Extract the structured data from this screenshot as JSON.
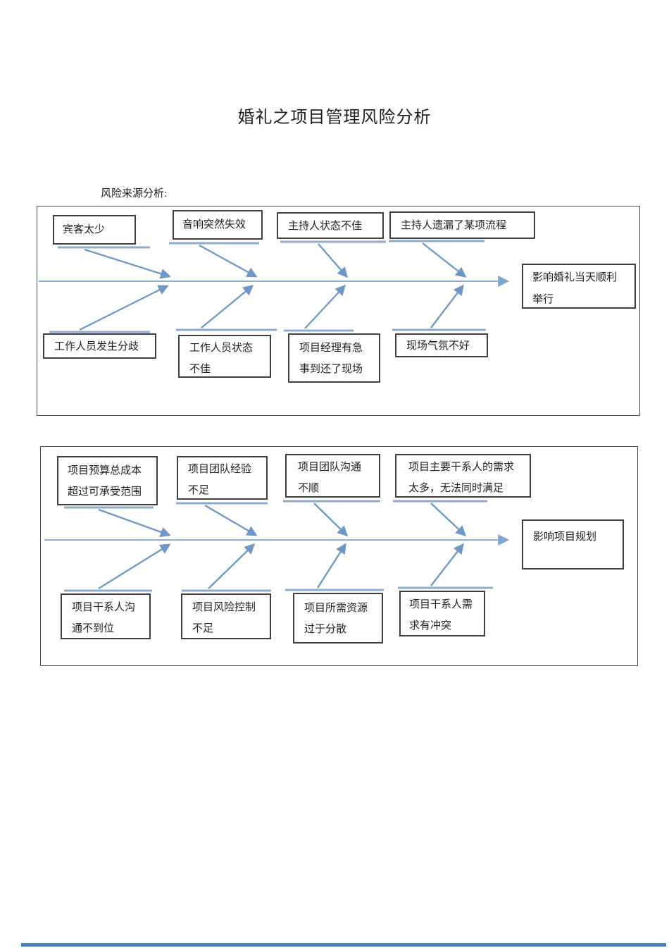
{
  "title": "婚礼之项目管理风险分析",
  "section_label": "风险来源分析:",
  "colors": {
    "arrow_blue": "#6e97c5",
    "edge_line_blue": "#8caccb",
    "spine_blue": "#8db0d1",
    "footer_bar_blue": "#4e7fba",
    "box_border": "#3f3f3f"
  },
  "diagrams": [
    {
      "name": "婚礼当天风险鱼骨图",
      "effect": {
        "text": "影响婚礼当天顺利举行",
        "lines": [
          "影响婚礼当天顺利",
          "举行"
        ]
      },
      "top_causes": [
        {
          "text": "宾客太少",
          "lines": [
            "宾客太少"
          ]
        },
        {
          "text": "音响突然失效",
          "lines": [
            "音响突然失效"
          ]
        },
        {
          "text": "主持人状态不佳",
          "lines": [
            "主持人状态不佳"
          ]
        },
        {
          "text": "主持人遗漏了某项流程",
          "lines": [
            "主持人遗漏了某项流程"
          ]
        }
      ],
      "bottom_causes": [
        {
          "text": "工作人员发生分歧",
          "lines": [
            "工作人员发生分歧"
          ]
        },
        {
          "text": "工作人员状态不佳",
          "lines": [
            "工作人员状态",
            "不佳"
          ]
        },
        {
          "text": "项目经理有急事到还了现场",
          "lines": [
            "项目经理有急",
            "事到还了现场"
          ]
        },
        {
          "text": "现场气氛不好",
          "lines": [
            "现场气氛不好"
          ]
        }
      ]
    },
    {
      "name": "项目规划风险鱼骨图",
      "effect": {
        "text": "影响项目规划",
        "lines": [
          "影响项目规划"
        ]
      },
      "top_causes": [
        {
          "text": "项目预算总成本超过可承受范围",
          "lines": [
            "项目预算总成本",
            "超过可承受范围"
          ]
        },
        {
          "text": "项目团队经验不足",
          "lines": [
            "项目团队经验",
            "不足"
          ]
        },
        {
          "text": "项目团队沟通不顺",
          "lines": [
            "项目团队沟通",
            "不顺"
          ]
        },
        {
          "text": "项目主要干系人的需求太多，无法同时满足",
          "lines": [
            "项目主要干系人的需求",
            "太多，无法同时满足"
          ]
        }
      ],
      "bottom_causes": [
        {
          "text": "项目干系人沟通不到位",
          "lines": [
            "项目干系人沟",
            "通不到位"
          ]
        },
        {
          "text": "项目风险控制不足",
          "lines": [
            "项目风险控制",
            "不足"
          ]
        },
        {
          "text": "项目所需资源过于分散",
          "lines": [
            "项目所需资源",
            "过于分散"
          ]
        },
        {
          "text": "项目干系人需求有冲突",
          "lines": [
            "项目干系人需",
            "求有冲突"
          ]
        }
      ]
    }
  ]
}
